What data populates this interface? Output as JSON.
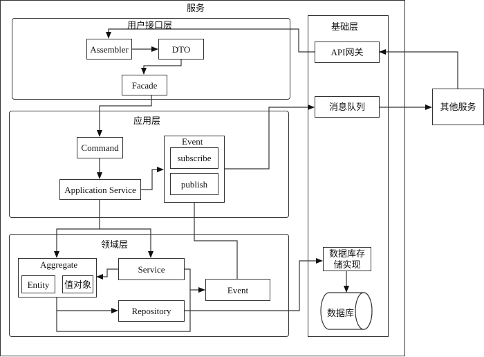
{
  "diagram": {
    "title": "服务",
    "layers": {
      "ui": {
        "title": "用户接口层",
        "nodes": {
          "assembler": "Assembler",
          "dto": "DTO",
          "facade": "Facade"
        }
      },
      "application": {
        "title": "应用层",
        "nodes": {
          "command": "Command",
          "app_service": "Application Service",
          "event_group": "Event",
          "subscribe": "subscribe",
          "publish": "publish"
        }
      },
      "domain": {
        "title": "领域层",
        "nodes": {
          "aggregate": "Aggregate",
          "entity": "Entity",
          "value_object": "值对象",
          "service": "Service",
          "repository": "Repository",
          "event": "Event"
        }
      },
      "infrastructure": {
        "title": "基础层",
        "nodes": {
          "api_gateway": "API网关",
          "message_queue": "消息队列",
          "db_impl": "数据库存储实现",
          "database": "数据库"
        }
      }
    },
    "external": {
      "other_services": "其他服务"
    },
    "edges": [
      {
        "from": "api_gateway",
        "to": "assembler"
      },
      {
        "from": "assembler",
        "to": "dto"
      },
      {
        "from": "dto",
        "to": "facade"
      },
      {
        "from": "facade",
        "to": "command"
      },
      {
        "from": "command",
        "to": "app_service"
      },
      {
        "from": "app_service",
        "to": "event_group"
      },
      {
        "from": "subscribe",
        "to": "message_queue"
      },
      {
        "from": "message_queue",
        "to": "other_services"
      },
      {
        "from": "other_services",
        "to": "api_gateway"
      },
      {
        "from": "app_service",
        "to": "aggregate"
      },
      {
        "from": "app_service",
        "to": "service"
      },
      {
        "from": "service",
        "to": "aggregate"
      },
      {
        "from": "service",
        "to": "event"
      },
      {
        "from": "aggregate",
        "to": "repository"
      },
      {
        "from": "event",
        "to": "event_group"
      },
      {
        "from": "repository",
        "to": "db_impl"
      },
      {
        "from": "db_impl",
        "to": "database"
      }
    ]
  }
}
